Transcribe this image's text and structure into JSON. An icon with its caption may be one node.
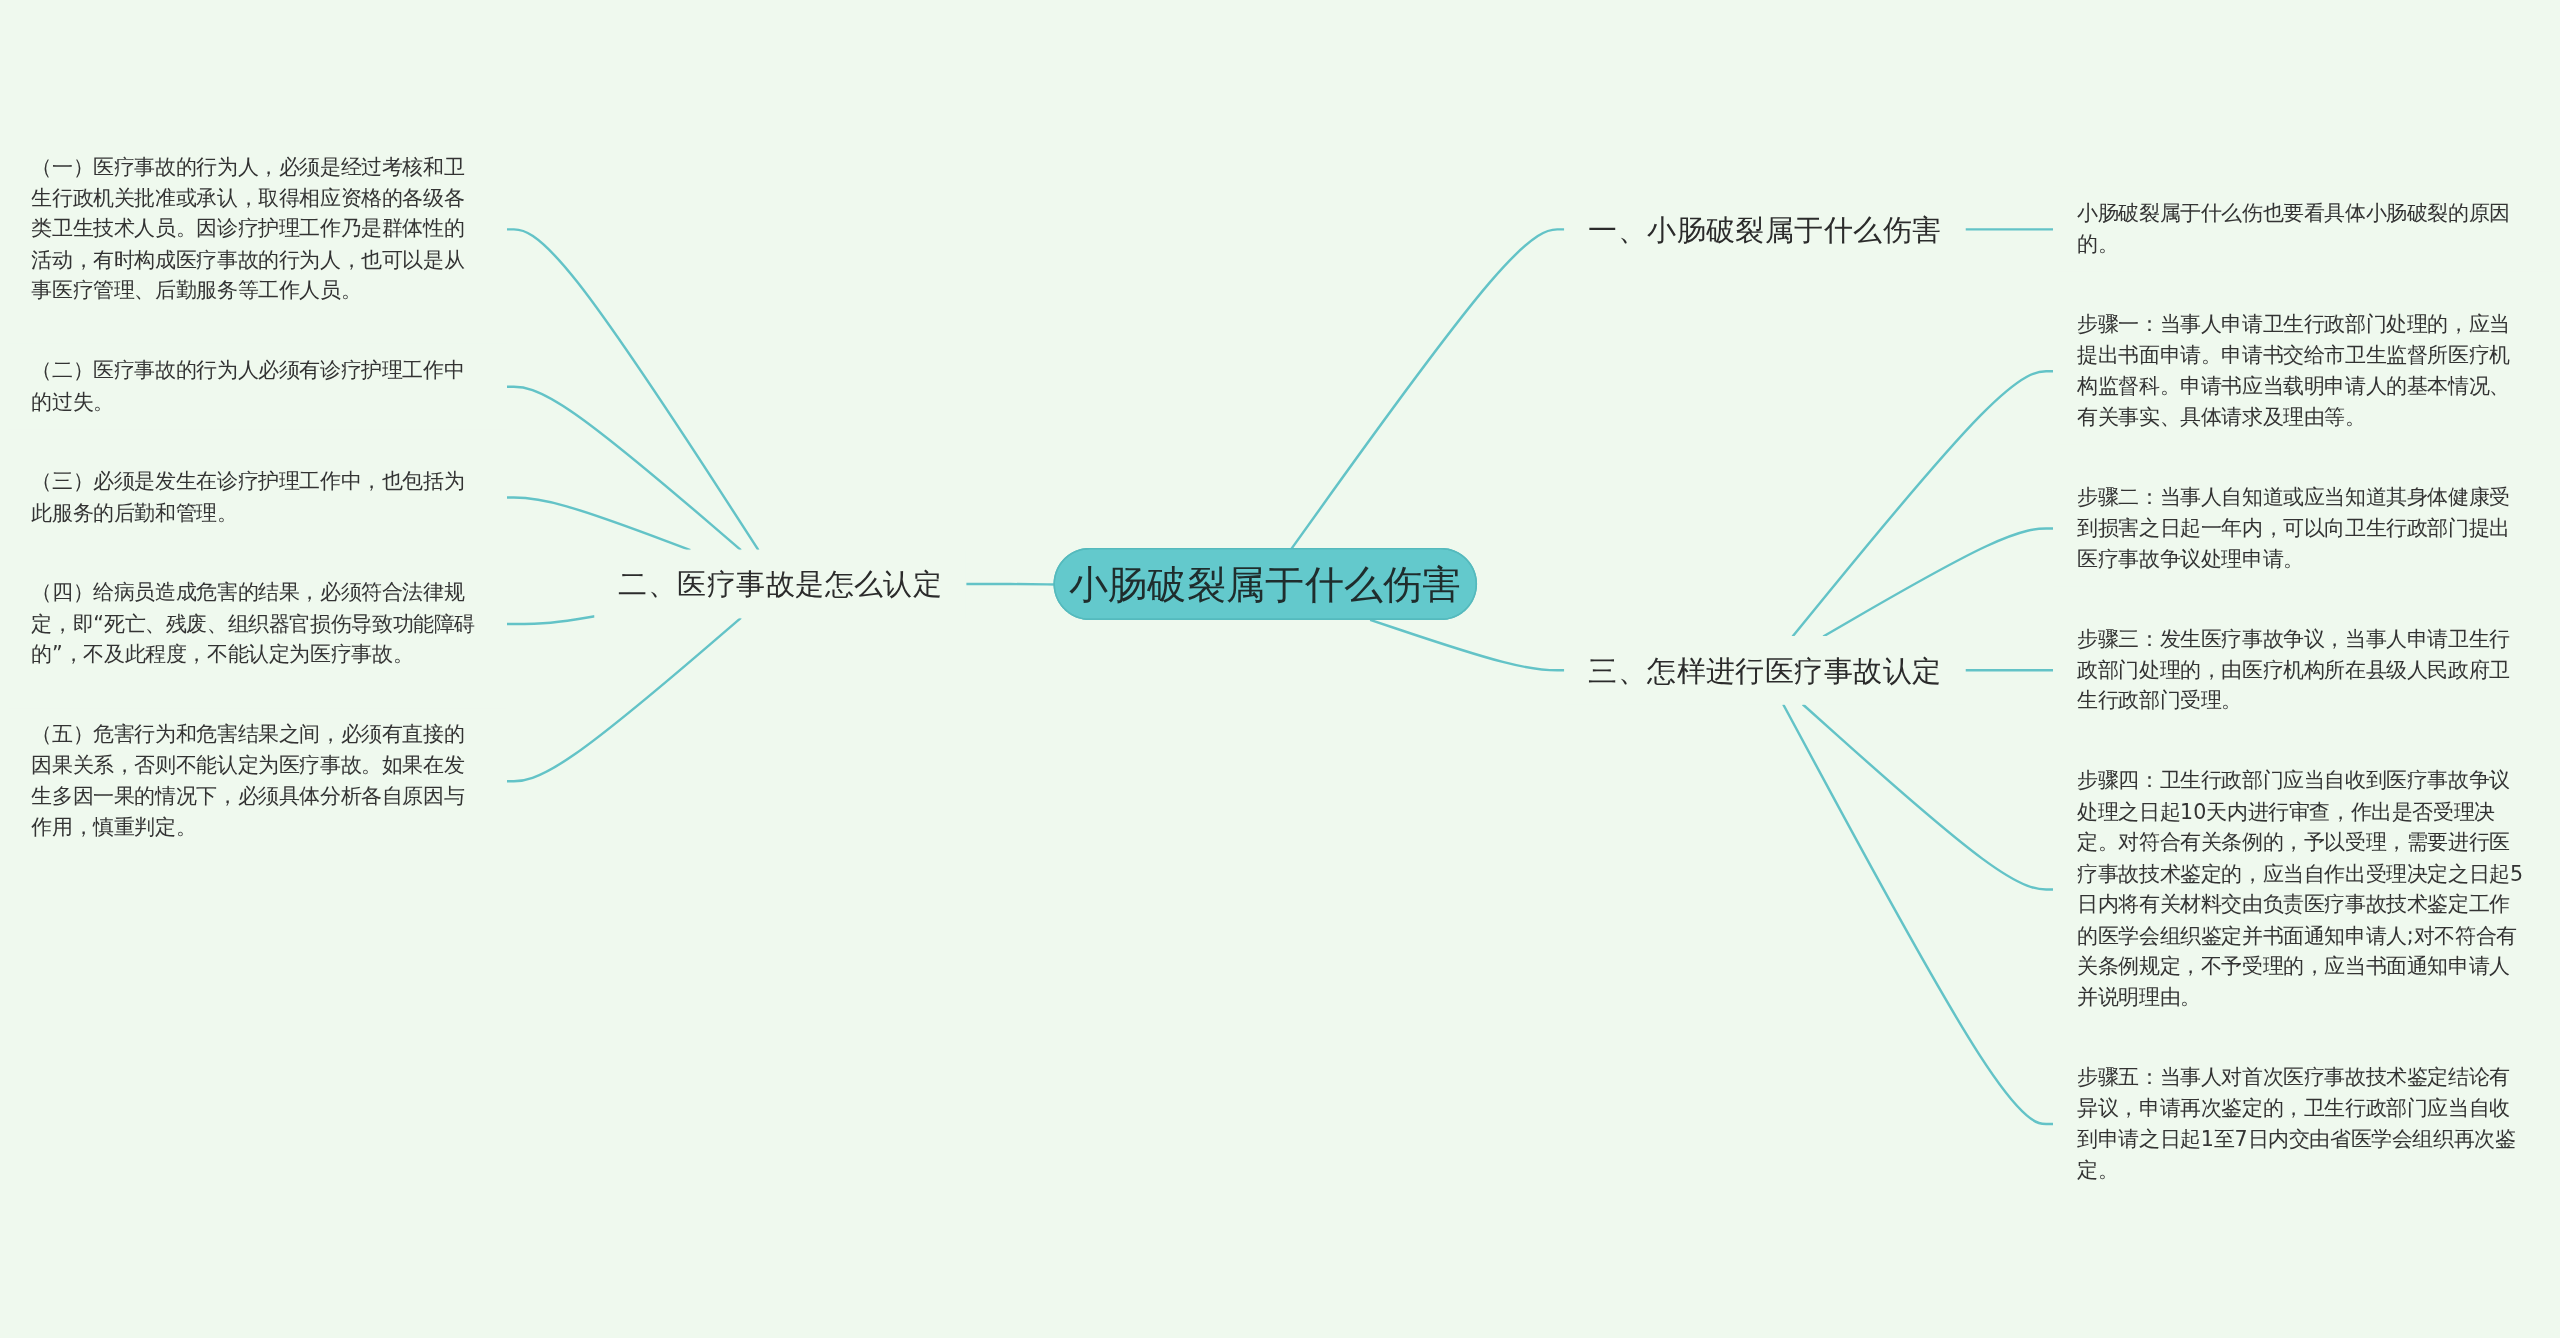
{
  "diagram": {
    "nodes": [
      {
        "text": [
          "小肠破裂属于什么伤害"
        ]
      },
      {
        "text": [
          "一、小肠破裂属于什么伤害"
        ]
      },
      {
        "text": [
          "小肠破裂属于什么伤也要看具体小肠破裂的原因的。"
        ]
      },
      {
        "text": [
          "二、医疗事故是怎么认定"
        ]
      },
      {
        "text": [
          "（一）医疗事故的行为人，必须是经过考核和卫生行政机关批准或承认，取得相应资格的各级各类卫生技术人员。因诊疗护理工作乃是群体性的活动，有时构成医疗事故的行为人，也可以是从事医疗管理、后勤服务等工作人员。"
        ]
      },
      {
        "text": [
          "（二）医疗事故的行为人必须有诊疗护理工作中的过失。"
        ]
      },
      {
        "text": [
          "（三）必须是发生在诊疗护理工作中，也包括为此服务的后勤和管理。"
        ]
      },
      {
        "text": [
          "（四）给病员造成危害的结果，必须符合法律规定，即“死亡、残废、组织器官损伤导致功能障碍的”，不及此程度，不能认定为医疗事故。"
        ]
      },
      {
        "text": [
          "（五）危害行为和危害结果之间，必须有直接的因果关系，否则不能认定为医疗事故。如果在发生多因一果的情况下，必须具体分析各自原因与作用，慎重判定。"
        ]
      },
      {
        "text": [
          "三、怎样进行医疗事故认定"
        ]
      },
      {
        "text": [
          "步骤一：当事人申请卫生行政部门处理的，应当提出书面申请。申请书交给市卫生监督所医疗机构监督科。申请书应当载明申请人的基本情况、有关事实、具体请求及理由等。"
        ]
      },
      {
        "text": [
          "步骤二：当事人自知道或应当知道其身体健康受到损害之日起一年内，可以向卫生行政部门提出医疗事故争议处理申请。"
        ]
      },
      {
        "text": [
          "步骤三：发生医疗事故争议，当事人申请卫生行政部门处理的，由医疗机构所在县级人民政府卫生行政部门受理。"
        ]
      },
      {
        "text": [
          "步骤四：卫生行政部门应当自收到医疗事故争议处理之日起10天内进行审查，作出是否受理决定。对符合有关条例的，予以受理，需要进行医疗事故技术鉴定的，应当自作出受理决定之日起5日内将有关材料交由负责医疗事故技术鉴定工作的医学会组织鉴定并书面通知申请人;对不符合有关条例规定，不予受理的，应当书面通知申请人并说明理由。"
        ]
      },
      {
        "text": [
          "步骤五：当事人对首次医疗事故技术鉴定结论有异议，申请再次鉴定的，卫生行政部门应当自收到申请之日起1至7日内交由省医学会组织再次鉴定。"
        ]
      }
    ],
    "edges": [
      {
        "from": 0,
        "to": 1,
        "arrow": "none"
      },
      {
        "from": 1,
        "to": 2,
        "arrow": "none"
      },
      {
        "from": 3,
        "to": 0,
        "arrow": "none"
      },
      {
        "from": 4,
        "to": 3,
        "arrow": "none"
      },
      {
        "from": 5,
        "to": 3,
        "arrow": "none"
      },
      {
        "from": 6,
        "to": 3,
        "arrow": "none"
      },
      {
        "from": 7,
        "to": 3,
        "arrow": "none"
      },
      {
        "from": 8,
        "to": 3,
        "arrow": "none"
      },
      {
        "from": 0,
        "to": 9,
        "arrow": "none"
      },
      {
        "from": 9,
        "to": 10,
        "arrow": "none"
      },
      {
        "from": 9,
        "to": 11,
        "arrow": "none"
      },
      {
        "from": 9,
        "to": 12,
        "arrow": "none"
      },
      {
        "from": 9,
        "to": 13,
        "arrow": "none"
      },
      {
        "from": 9,
        "to": 14,
        "arrow": "none"
      }
    ]
  }
}
